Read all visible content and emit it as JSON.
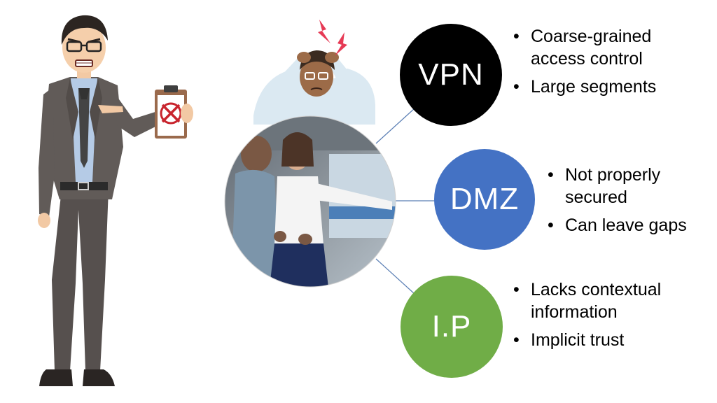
{
  "nodes": {
    "vpn": {
      "label": "VPN",
      "bullets": [
        "Coarse-grained access control",
        "Large segments"
      ]
    },
    "dmz": {
      "label": "DMZ",
      "bullets": [
        "Not properly secured",
        "Can leave gaps"
      ]
    },
    "ip": {
      "label": "I.P",
      "bullets": [
        "Lacks contextual information",
        "Implicit trust"
      ]
    }
  },
  "colors": {
    "vpn": "#000000",
    "dmz": "#4472c4",
    "ip": "#70ad47",
    "connector": "#5b7fb5"
  },
  "illustrations": {
    "businessman": "businessman-pointing-at-clipboard-icon",
    "clipboard": "clipboard-with-x-mark-icon",
    "stressed_person": "stressed-person-holding-head-icon",
    "photo": "security-check-photo"
  }
}
